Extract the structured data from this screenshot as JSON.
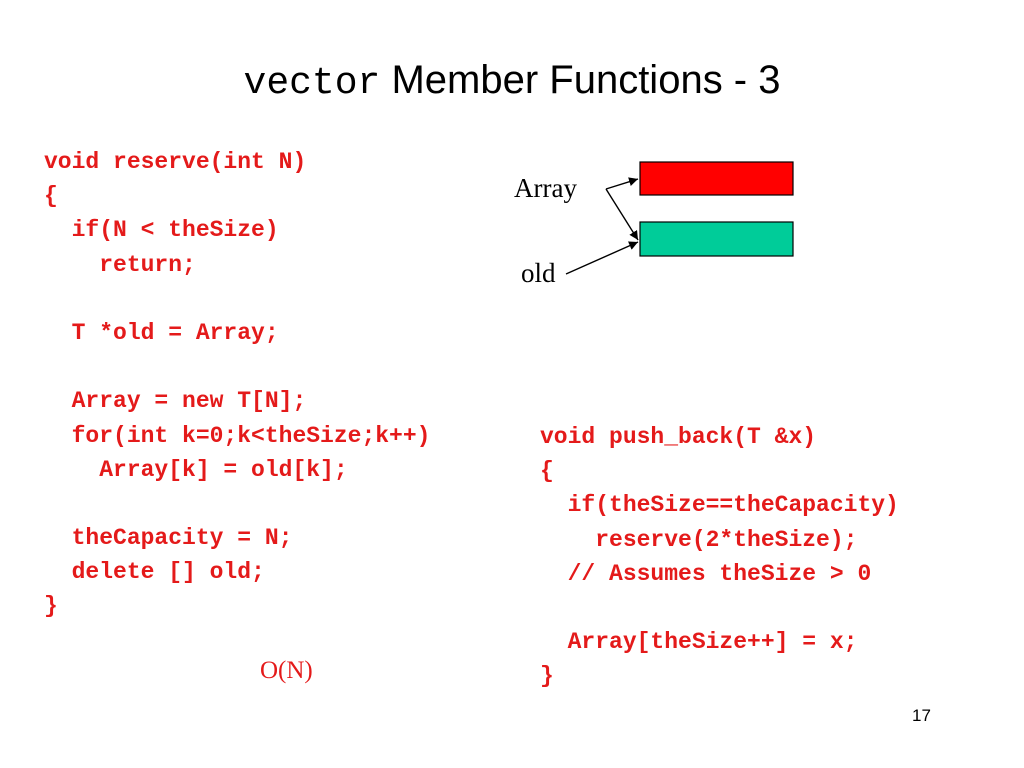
{
  "slide": {
    "title_code": "vector",
    "title_text": " Member Functions - 3",
    "page_number": "17"
  },
  "reserve_code": [
    "void reserve(int N)",
    "{",
    "  if(N < theSize)",
    "    return;",
    "",
    "  T *old = Array;",
    "",
    "  Array = new T[N];",
    "  for(int k=0;k<theSize;k++)",
    "    Array[k] = old[k];",
    "",
    "  theCapacity = N;",
    "  delete [] old;",
    "}"
  ],
  "push_back_code": [
    "void push_back(T &x)",
    "{",
    "  if(theSize==theCapacity)",
    "    reserve(2*theSize);",
    "  // Assumes theSize > 0",
    "",
    "  Array[theSize++] = x;",
    "}"
  ],
  "diagram": {
    "array_label": "Array",
    "old_label": "old",
    "new_block_color": "#ff0000",
    "old_block_color": "#00cc99"
  },
  "complexity": "O(N)"
}
